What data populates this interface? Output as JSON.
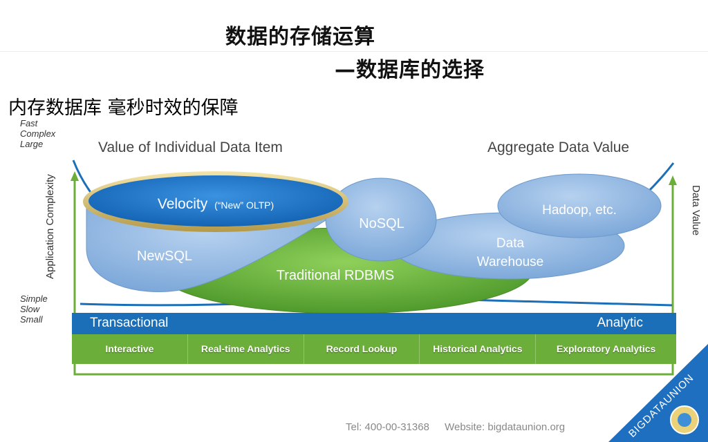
{
  "title": {
    "line1": "数据的存储运算",
    "line2": "—数据库的选择"
  },
  "subtitle": "内存数据库 毫秒时效的保障",
  "axis": {
    "top_note": [
      "Fast",
      "Complex",
      "Large"
    ],
    "bottom_note": [
      "Simple",
      "Slow",
      "Small"
    ],
    "left_label": "Application Complexity",
    "right_label": "Data Value"
  },
  "top_labels": {
    "left": "Value of Individual Data Item",
    "right": "Aggregate Data Value"
  },
  "shapes": {
    "velocity": "Velocity",
    "velocity_note": "(“New” OLTP)",
    "newsql": "NewSQL",
    "nosql": "NoSQL",
    "data_warehouse": [
      "Data",
      "Warehouse"
    ],
    "hadoop": "Hadoop, etc.",
    "rdbms": "Traditional RDBMS"
  },
  "band": {
    "left": "Transactional",
    "right": "Analytic"
  },
  "cells": [
    "Interactive",
    "Real-time Analytics",
    "Record Lookup",
    "Historical Analytics",
    "Exploratory Analytics"
  ],
  "footer": {
    "tel": "Tel: 400-00-31368",
    "website": "Website: bigdataunion.org"
  },
  "badge": "BIGDATAUNION",
  "colors": {
    "blue_band": "#1b6fb8",
    "green_band": "#6cae3a",
    "light_blue": "#8fb6e2",
    "velocity_blue": "#1c74c9",
    "rdbms_green": "#5fa836",
    "corner_badge": "#1f6fc0"
  }
}
